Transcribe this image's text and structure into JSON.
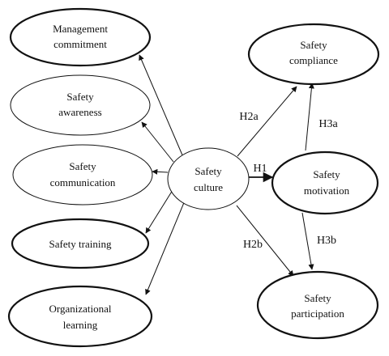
{
  "diagram": {
    "center": {
      "lines": [
        "Safety",
        "culture"
      ]
    },
    "dimensions": [
      {
        "id": "management",
        "lines": [
          "Management",
          "commitment"
        ]
      },
      {
        "id": "awareness",
        "lines": [
          "Safety",
          "awareness"
        ]
      },
      {
        "id": "communication",
        "lines": [
          "Safety",
          "communication"
        ]
      },
      {
        "id": "training",
        "lines": [
          "Safety training"
        ]
      },
      {
        "id": "learning",
        "lines": [
          "Organizational",
          "learning"
        ]
      }
    ],
    "outcomes": [
      {
        "id": "compliance",
        "lines": [
          "Safety",
          "compliance"
        ]
      },
      {
        "id": "motivation",
        "lines": [
          "Safety",
          "motivation"
        ]
      },
      {
        "id": "participation",
        "lines": [
          "Safety",
          "participation"
        ]
      }
    ],
    "hypotheses": {
      "h1": "H1",
      "h2a": "H2a",
      "h2b": "H2b",
      "h3a": "H3a",
      "h3b": "H3b"
    },
    "colors": {
      "stroke": "#111111",
      "fill": "#ffffff"
    }
  }
}
